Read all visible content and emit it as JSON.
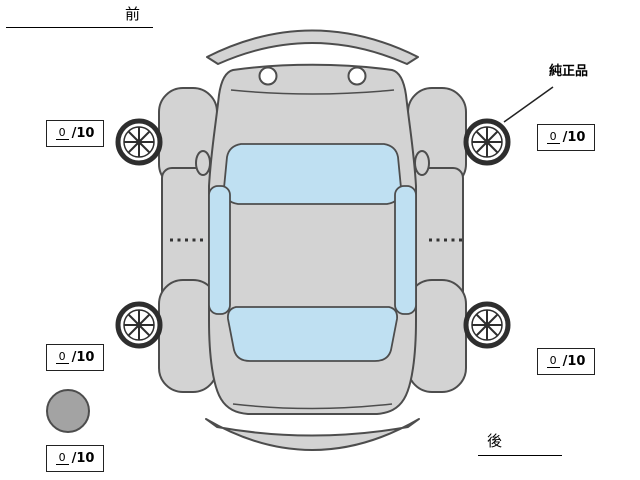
{
  "labels": {
    "front": "前",
    "rear": "後",
    "genuine_part": "純正品"
  },
  "tread_scores": {
    "front_left": {
      "value": "0",
      "scale": "/10"
    },
    "front_right": {
      "value": "0",
      "scale": "/10"
    },
    "rear_left": {
      "value": "0",
      "scale": "/10"
    },
    "rear_right": {
      "value": "0",
      "scale": "/10"
    },
    "spare": {
      "value": "0",
      "scale": "/10"
    }
  },
  "colors": {
    "body_fill": "#d3d3d3",
    "window_fill": "#bfe0f2",
    "outline": "#4d4d4d",
    "wheel_stroke": "#2e2e2e",
    "spare_fill": "#a3a3a3",
    "text": "#000000"
  }
}
